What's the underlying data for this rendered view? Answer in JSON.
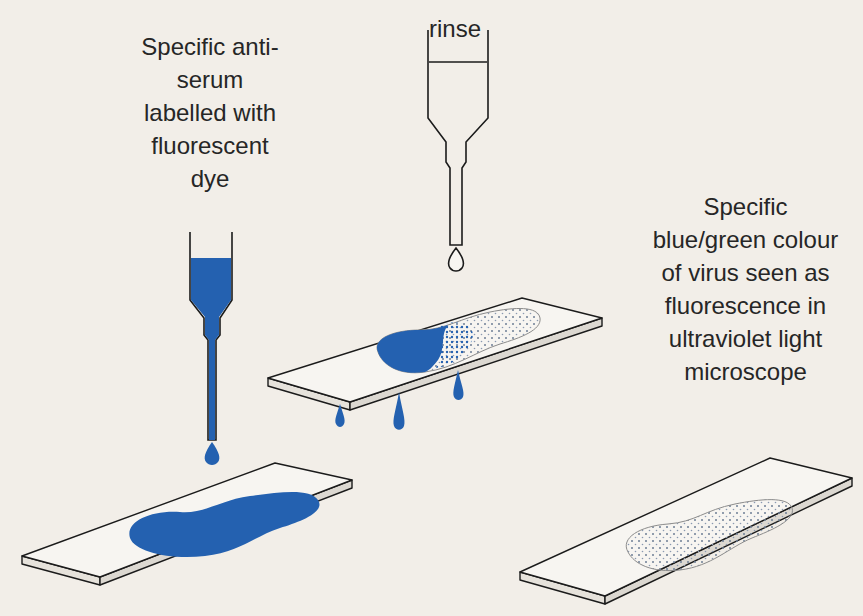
{
  "diagram": {
    "labels": [
      "Specific anti-serum labelled with fluorescent dye",
      "rinse",
      "Specific blue/green colour of virus seen as fluorescence in ultraviolet light microscope"
    ]
  }
}
